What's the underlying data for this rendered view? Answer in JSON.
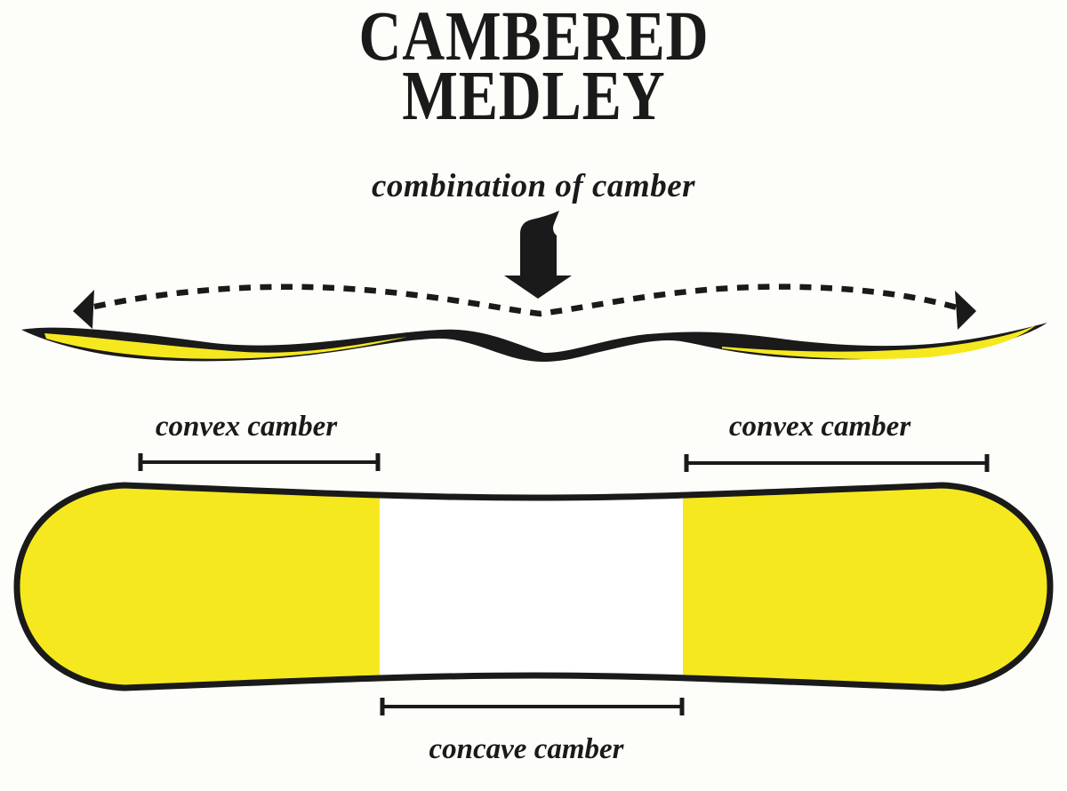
{
  "colors": {
    "ink": "#1a1a1a",
    "yellow": "#f6e81f",
    "background": "#fdfdfa"
  },
  "title": {
    "line1": "CAMBERED",
    "line2": "MEDLEY"
  },
  "subtitle": "combination of camber",
  "labels": {
    "convex_left": "convex camber",
    "convex_right": "convex camber",
    "concave": "concave camber"
  },
  "icons": {
    "down_arrow": "thick-down-arrow",
    "wave_arrow": "double-headed-dashed-wave-arrow"
  }
}
